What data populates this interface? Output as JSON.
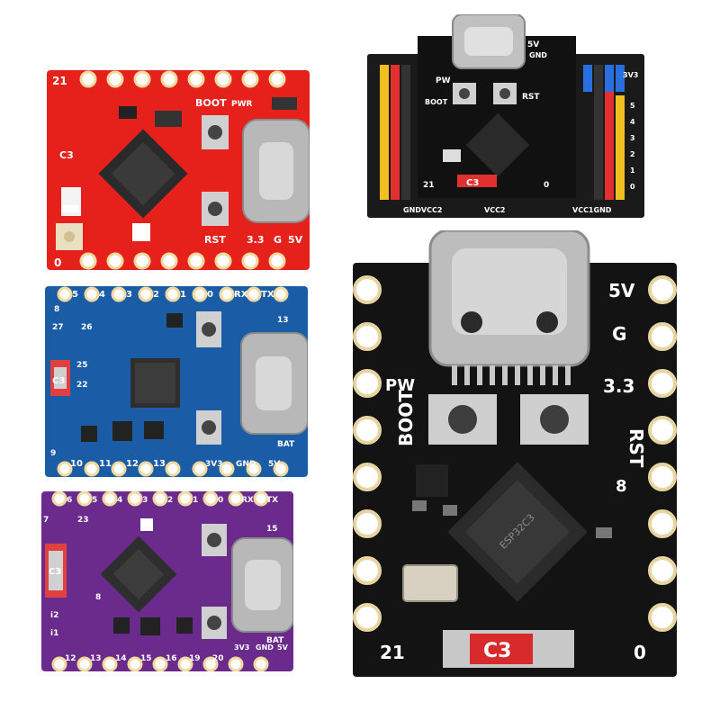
{
  "boards": {
    "red": {
      "color": "#e8231e",
      "labels": {
        "pin_top_left": "21",
        "pin_bottom_left": "0",
        "boot": "BOOT",
        "pwr": "PWR",
        "rst": "RST",
        "v33": "3.3",
        "g": "G",
        "v5": "5V",
        "c3": "C3"
      }
    },
    "blue": {
      "color": "#1a5fa8",
      "labels": {
        "top_pins": [
          "5",
          "4",
          "3",
          "2",
          "1",
          "0",
          "RX",
          "TX"
        ],
        "left_8": "8",
        "left_27": "27",
        "p26": "26",
        "p25": "25",
        "p22": "22",
        "c3": "C3",
        "bottom_pins": [
          "10",
          "11",
          "12",
          "13",
          "3V3",
          "GND",
          "5V"
        ],
        "bat": "BAT",
        "left_9": "9",
        "p13": "13"
      }
    },
    "purple": {
      "color": "#6a2a8a",
      "labels": {
        "top_pins": [
          "7",
          "6",
          "5",
          "4",
          "3",
          "2",
          "1",
          "0",
          "RX",
          "TX"
        ],
        "p23": "23",
        "c3": "C3",
        "bottom_pins": [
          "12",
          "13",
          "14",
          "15",
          "16",
          "19",
          "20",
          "3V3",
          "GND",
          "5V"
        ],
        "bat": "BAT",
        "i2": "i2",
        "i1": "i1",
        "p8": "8",
        "p15": "15"
      }
    },
    "shield": {
      "labels": {
        "v5": "5V",
        "gnd": "GND",
        "v33": "3V3",
        "pw": "PW",
        "boot": "BOOT",
        "rst": "RST",
        "c3": "C3",
        "p21": "21",
        "p0": "0",
        "gndvcc2": "GNDVCC2",
        "vcc2": "VCC2",
        "vcc1gnd": "VCC1GND",
        "right_pins": [
          "5",
          "4",
          "3",
          "2",
          "1",
          "0"
        ]
      }
    },
    "black": {
      "color": "#141414",
      "labels": {
        "v5": "5V",
        "g": "G",
        "pw": "PW",
        "v33": "3.3",
        "boot": "BOOT",
        "rst": "RST",
        "p8": "8",
        "p21": "21",
        "p0": "0",
        "c3": "C3",
        "chip_text": "ESP32C3"
      }
    }
  }
}
